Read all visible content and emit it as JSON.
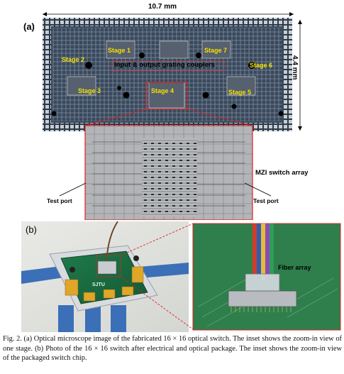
{
  "figure": {
    "panel_a": {
      "label": "(a)",
      "width_dim": "10.7 mm",
      "height_dim": "4.4 mm",
      "stages": [
        "Stage 1",
        "Stage 2",
        "Stage 3",
        "Stage 4",
        "Stage 5",
        "Stage 6",
        "Stage 7"
      ],
      "grating_label": "Input & output grating couplers",
      "inset_label": "MZI switch array",
      "test_port_left": "Test port",
      "test_port_right": "Test port"
    },
    "panel_b": {
      "label": "(b)",
      "chip_label": "SJTU",
      "fiber_label": "Fiber array"
    }
  },
  "caption": "Fig. 2. (a) Optical microscope image of the fabricated 16 × 16 optical switch. The inset shows the zoom-in view of one stage. (b) Photo of the 16 × 16 switch after electrical and optical package. The inset shows the zoom-in view of the packaged switch chip."
}
